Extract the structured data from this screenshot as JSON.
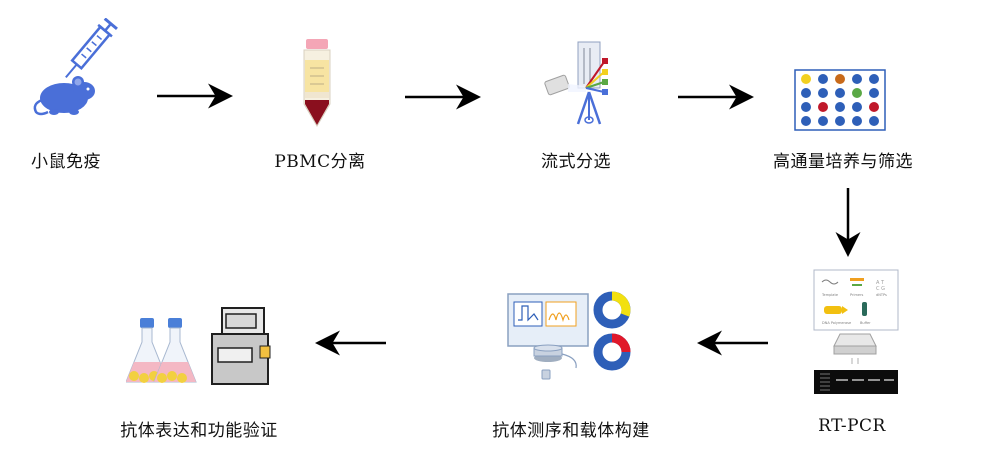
{
  "steps": [
    {
      "id": "mouse",
      "label": "小鼠免疫"
    },
    {
      "id": "pbmc",
      "label": "PBMC分离"
    },
    {
      "id": "flow",
      "label": "流式分选"
    },
    {
      "id": "culture",
      "label": "高通量培养与筛选"
    },
    {
      "id": "rtpcr",
      "label": "RT-PCR"
    },
    {
      "id": "sequencing",
      "label": "抗体测序和载体构建"
    },
    {
      "id": "expression",
      "label": "抗体表达和功能验证"
    }
  ],
  "colors": {
    "mouse_blue": "#4a6fd8",
    "plate_blue": "#2e5fb8",
    "accent_red": "#c0182a",
    "accent_yellow": "#f2d020",
    "accent_green": "#5aa845",
    "accent_orange": "#c86a1a"
  }
}
